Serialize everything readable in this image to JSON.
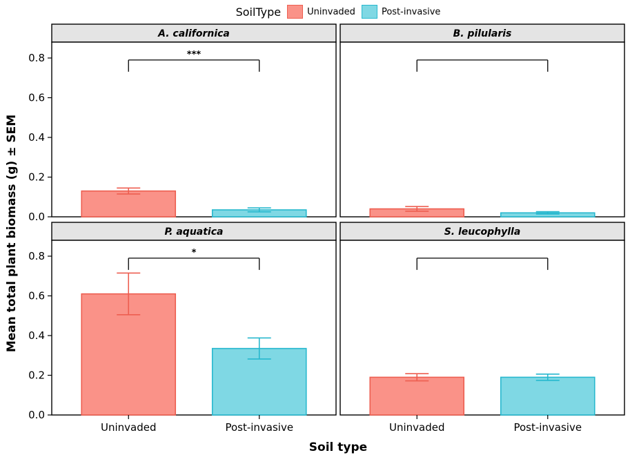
{
  "legend": {
    "title": "SoilType",
    "items": [
      {
        "label": "Uninvaded",
        "fill": "#FA9288",
        "stroke": "#ED5E50"
      },
      {
        "label": "Post-invasive",
        "fill": "#7FD8E4",
        "stroke": "#27B8CE"
      }
    ]
  },
  "axes": {
    "x_label": "Soil type",
    "y_label": "Mean total plant biomass (g) ± SEM",
    "y_ticks": [
      0.0,
      0.2,
      0.4,
      0.6,
      0.8
    ],
    "y_max": 0.88,
    "x_categories": [
      "Uninvaded",
      "Post-invasive"
    ]
  },
  "style": {
    "strip_bg": "#E4E4E4",
    "panel_border": "#000000",
    "bracket_color": "#000000",
    "tick_label_color": "#000000"
  },
  "chart_data": {
    "type": "bar",
    "title": "",
    "xlabel": "Soil type",
    "ylabel": "Mean total plant biomass (g) ± SEM",
    "ylim": [
      0,
      0.88
    ],
    "categories": [
      "Uninvaded",
      "Post-invasive"
    ],
    "legend_position": "top",
    "grid": false,
    "facets": [
      {
        "title": "A. californica",
        "bars": [
          {
            "group": "Uninvaded",
            "value": 0.13,
            "sem": 0.015
          },
          {
            "group": "Post-invasive",
            "value": 0.035,
            "sem": 0.01
          }
        ],
        "significance": "***",
        "bracket_y": 0.79
      },
      {
        "title": "B. pilularis",
        "bars": [
          {
            "group": "Uninvaded",
            "value": 0.04,
            "sem": 0.012
          },
          {
            "group": "Post-invasive",
            "value": 0.02,
            "sem": 0.006
          }
        ],
        "significance": "",
        "bracket_y": 0.79
      },
      {
        "title": "P. aquatica",
        "bars": [
          {
            "group": "Uninvaded",
            "value": 0.61,
            "sem": 0.105
          },
          {
            "group": "Post-invasive",
            "value": 0.335,
            "sem": 0.053
          }
        ],
        "significance": "*",
        "bracket_y": 0.79
      },
      {
        "title": "S. leucophylla",
        "bars": [
          {
            "group": "Uninvaded",
            "value": 0.19,
            "sem": 0.018
          },
          {
            "group": "Post-invasive",
            "value": 0.19,
            "sem": 0.016
          }
        ],
        "significance": "",
        "bracket_y": 0.79
      }
    ]
  }
}
